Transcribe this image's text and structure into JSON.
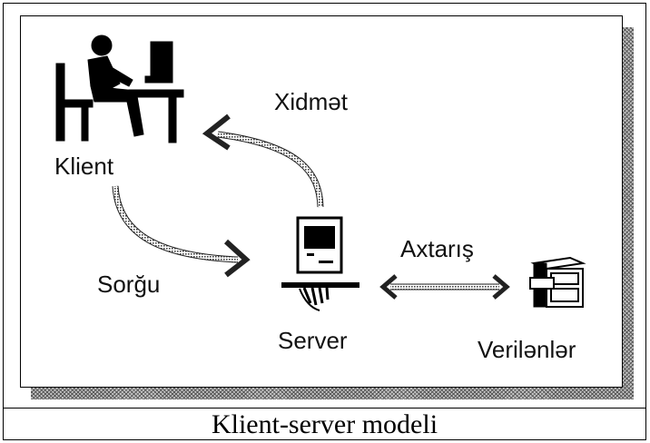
{
  "diagram": {
    "labels": {
      "client": "Klient",
      "service": "Xidmət",
      "request": "Sorğu",
      "server": "Server",
      "search": "Axtarış",
      "data": "Verilənlər"
    }
  },
  "caption": "Klient-server modeli"
}
